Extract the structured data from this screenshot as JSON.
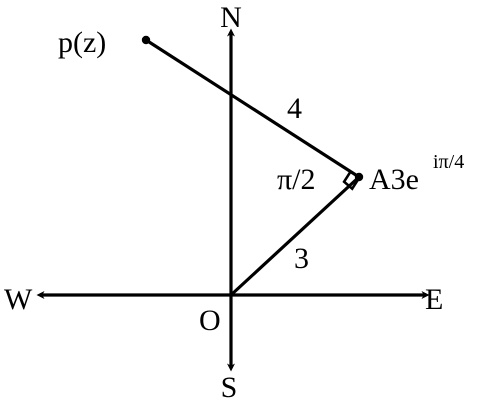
{
  "labels": {
    "north": "N",
    "south": "S",
    "east": "E",
    "west": "W",
    "origin": "O",
    "point_p": "p(z)",
    "point_a_prefix": "A3e",
    "point_a_exponent": "iπ/4",
    "length_pa": "4",
    "length_oa": "3",
    "angle": "π/2"
  }
}
